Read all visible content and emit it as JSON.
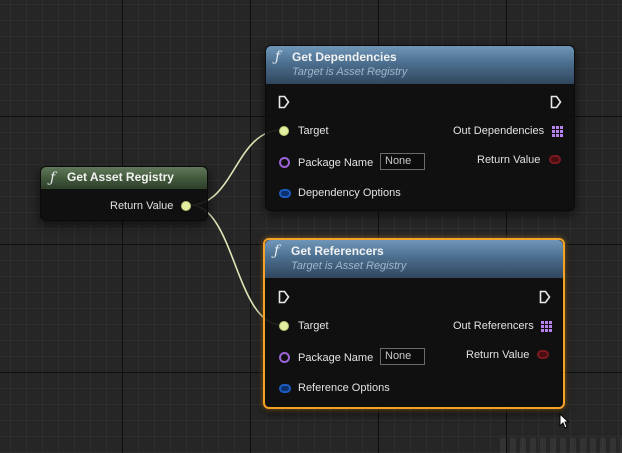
{
  "nodes": {
    "asset_registry": {
      "title": "Get Asset Registry",
      "return_label": "Return Value"
    },
    "dependencies": {
      "title": "Get Dependencies",
      "subtitle": "Target is Asset Registry",
      "target_label": "Target",
      "package_label": "Package Name",
      "package_value": "None",
      "options_label": "Dependency Options",
      "out_label": "Out Dependencies",
      "return_label": "Return Value"
    },
    "referencers": {
      "title": "Get Referencers",
      "subtitle": "Target is Asset Registry",
      "target_label": "Target",
      "package_label": "Package Name",
      "package_value": "None",
      "options_label": "Reference Options",
      "out_label": "Out Referencers",
      "return_label": "Return Value"
    }
  },
  "colors": {
    "selection": "#f3a226",
    "object_pin": "#e3f0a0",
    "name_pin": "#9b63d8",
    "struct_pin": "#1c5bc1",
    "bool_pin": "#7a1a1f",
    "array_pin": "#b683ec"
  }
}
